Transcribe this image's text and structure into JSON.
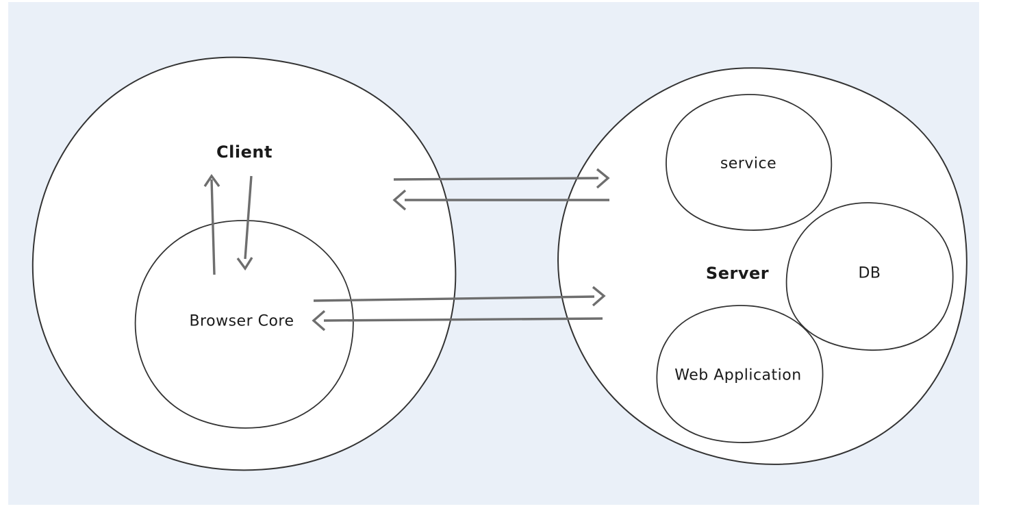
{
  "diagram": {
    "client": {
      "label": "Client"
    },
    "browser_core": {
      "label": "Browser Core"
    },
    "server": {
      "label": "Server"
    },
    "service": {
      "label": "service"
    },
    "db": {
      "label": "DB"
    },
    "web_application": {
      "label": "Web Application"
    }
  },
  "connections": [
    {
      "from": "client",
      "to": "server",
      "direction": "right"
    },
    {
      "from": "server",
      "to": "client",
      "direction": "left"
    },
    {
      "from": "browser-core",
      "to": "client",
      "direction": "up"
    },
    {
      "from": "client",
      "to": "browser-core",
      "direction": "down"
    },
    {
      "from": "browser-core",
      "to": "server",
      "direction": "right"
    },
    {
      "from": "server",
      "to": "browser-core",
      "direction": "left"
    }
  ],
  "colors": {
    "canvas_background": "#EAF0F8",
    "shape_fill": "#FFFFFF",
    "shape_stroke": "#333333",
    "arrow": "#6E6E6E",
    "text": "#1A1A1A"
  }
}
